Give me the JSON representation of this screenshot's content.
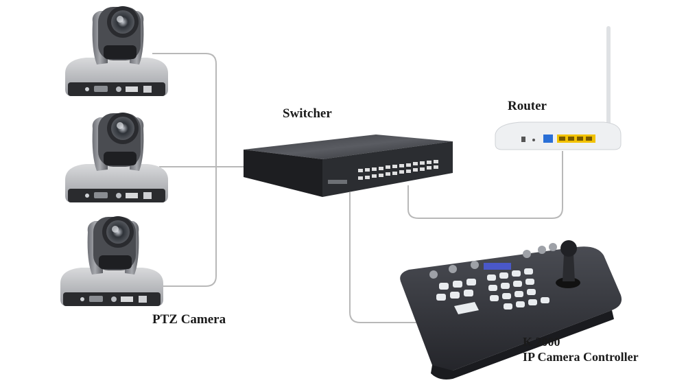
{
  "labels": {
    "switcher": "Switcher",
    "router": "Router",
    "ptz_camera": "PTZ Camera",
    "controller_model": "K 2000",
    "controller_name": "IP Camera Controller"
  },
  "colors": {
    "cable": "#b8b8b8",
    "camera_body": "#8e9096",
    "camera_base": "#c9cacd",
    "camera_panel": "#2a2b2e",
    "switch_body": "#2b2d31",
    "router_body": "#eef0f2",
    "router_ports": "#f2c200",
    "controller_body": "#3a3c42",
    "controller_keys": "#e9ecef"
  }
}
